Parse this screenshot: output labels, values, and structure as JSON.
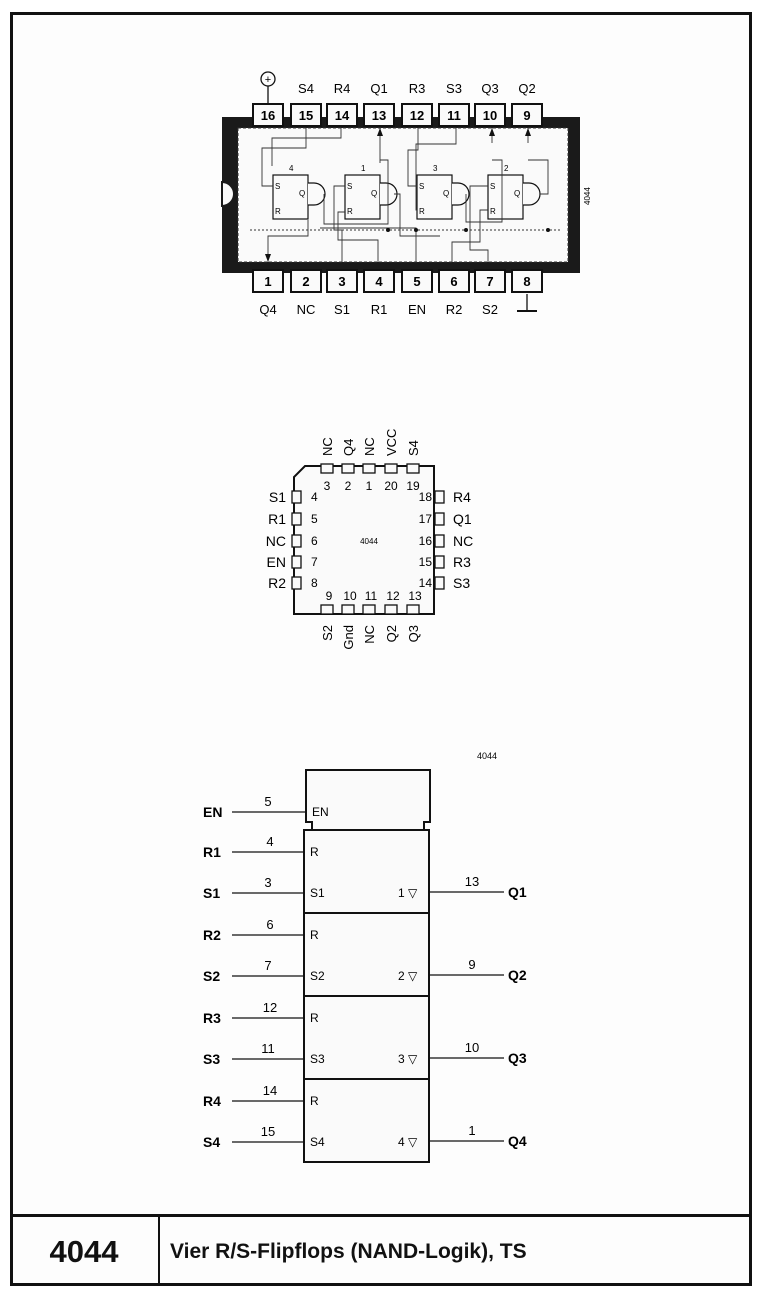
{
  "dip": {
    "part_label": "4044",
    "vcc_symbol": "⊕",
    "top_pins": [
      {
        "num": "16",
        "label": ""
      },
      {
        "num": "15",
        "label": "S4"
      },
      {
        "num": "14",
        "label": "R4"
      },
      {
        "num": "13",
        "label": "Q1"
      },
      {
        "num": "12",
        "label": "R3"
      },
      {
        "num": "11",
        "label": "S3"
      },
      {
        "num": "10",
        "label": "Q3"
      },
      {
        "num": "9",
        "label": "Q2"
      }
    ],
    "bottom_pins": [
      {
        "num": "1",
        "label": "Q4"
      },
      {
        "num": "2",
        "label": "NC"
      },
      {
        "num": "3",
        "label": "S1"
      },
      {
        "num": "4",
        "label": "R1"
      },
      {
        "num": "5",
        "label": "EN"
      },
      {
        "num": "6",
        "label": "R2"
      },
      {
        "num": "7",
        "label": "S2"
      },
      {
        "num": "8",
        "label": ""
      }
    ],
    "flipflops": [
      {
        "num": "4",
        "s": "S",
        "r": "R",
        "q": "Q"
      },
      {
        "num": "1",
        "s": "S",
        "r": "R",
        "q": "Q"
      },
      {
        "num": "3",
        "s": "S",
        "r": "R",
        "q": "Q"
      },
      {
        "num": "2",
        "s": "S",
        "r": "R",
        "q": "Q"
      }
    ]
  },
  "plcc": {
    "center_label": "4044",
    "top": [
      {
        "num": "3",
        "label": "NC"
      },
      {
        "num": "2",
        "label": "Q4"
      },
      {
        "num": "1",
        "label": "NC"
      },
      {
        "num": "20",
        "label": "VCC"
      },
      {
        "num": "19",
        "label": "S4"
      }
    ],
    "left": [
      {
        "num": "4",
        "label": "S1"
      },
      {
        "num": "5",
        "label": "R1"
      },
      {
        "num": "6",
        "label": "NC"
      },
      {
        "num": "7",
        "label": "EN"
      },
      {
        "num": "8",
        "label": "R2"
      }
    ],
    "right": [
      {
        "num": "18",
        "label": "R4"
      },
      {
        "num": "17",
        "label": "Q1"
      },
      {
        "num": "16",
        "label": "NC"
      },
      {
        "num": "15",
        "label": "R3"
      },
      {
        "num": "14",
        "label": "S3"
      }
    ],
    "bottom": [
      {
        "num": "9",
        "label": "S2"
      },
      {
        "num": "10",
        "label": "Gnd"
      },
      {
        "num": "11",
        "label": "NC"
      },
      {
        "num": "12",
        "label": "Q2"
      },
      {
        "num": "13",
        "label": "Q3"
      }
    ]
  },
  "logic": {
    "title": "4044",
    "enable": {
      "signal": "EN",
      "pin": "5",
      "inner": "EN"
    },
    "blocks": [
      {
        "r_signal": "R1",
        "r_pin": "4",
        "r_inner": "R",
        "s_signal": "S1",
        "s_pin": "3",
        "s_inner": "S1",
        "out_label": "1 ▽",
        "out_pin": "13",
        "out_signal": "Q1"
      },
      {
        "r_signal": "R2",
        "r_pin": "6",
        "r_inner": "R",
        "s_signal": "S2",
        "s_pin": "7",
        "s_inner": "S2",
        "out_label": "2 ▽",
        "out_pin": "9",
        "out_signal": "Q2"
      },
      {
        "r_signal": "R3",
        "r_pin": "12",
        "r_inner": "R",
        "s_signal": "S3",
        "s_pin": "11",
        "s_inner": "S3",
        "out_label": "3 ▽",
        "out_pin": "10",
        "out_signal": "Q3"
      },
      {
        "r_signal": "R4",
        "r_pin": "14",
        "r_inner": "R",
        "s_signal": "S4",
        "s_pin": "15",
        "s_inner": "S4",
        "out_label": "4 ▽",
        "out_pin": "1",
        "out_signal": "Q4"
      }
    ]
  },
  "footer": {
    "number": "4044",
    "title": "Vier R/S-Flipflops (NAND-Logik), TS"
  }
}
